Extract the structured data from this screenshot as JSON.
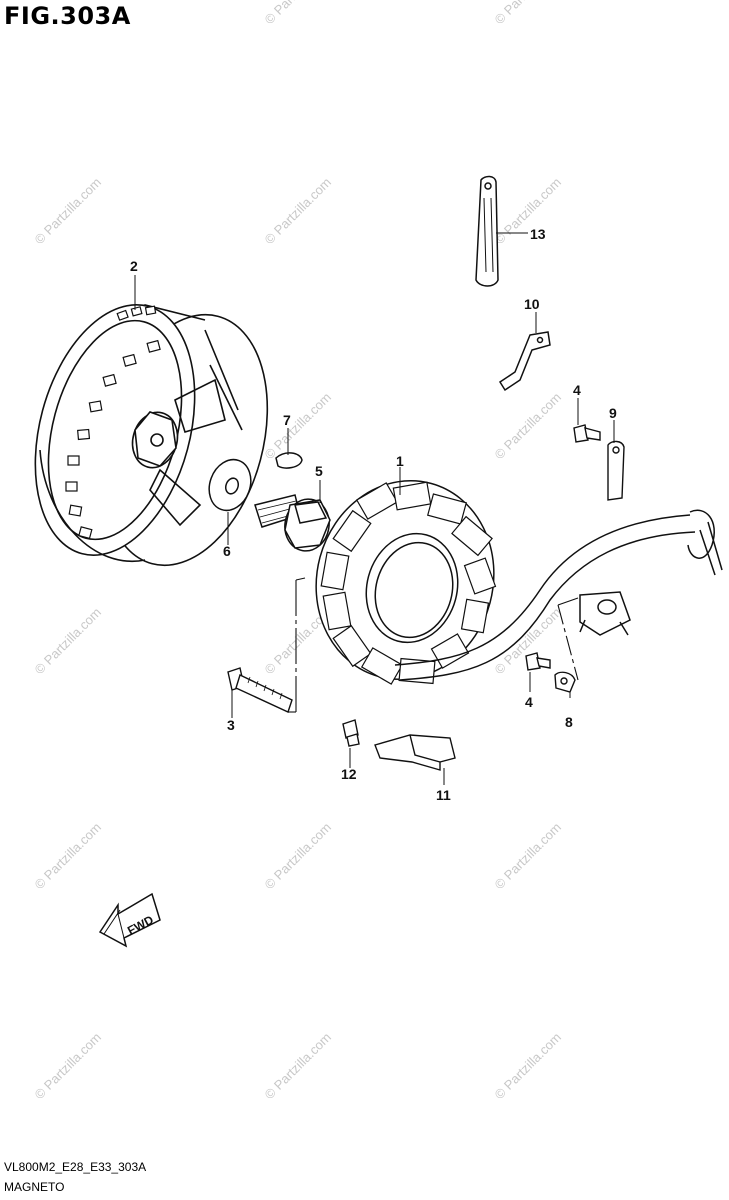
{
  "figure": {
    "title": "FIG.303A",
    "code": "VL800M2_E28_E33_303A",
    "name": "MAGNETO"
  },
  "watermark": {
    "text": "© Partzilla.com"
  },
  "callouts": {
    "p1": "1",
    "p2": "2",
    "p3": "3",
    "p4a": "4",
    "p4b": "4",
    "p5": "5",
    "p6": "6",
    "p7": "7",
    "p8": "8",
    "p9": "9",
    "p10": "10",
    "p11": "11",
    "p12": "12",
    "p13": "13"
  },
  "arrow": {
    "label": "FWD"
  }
}
